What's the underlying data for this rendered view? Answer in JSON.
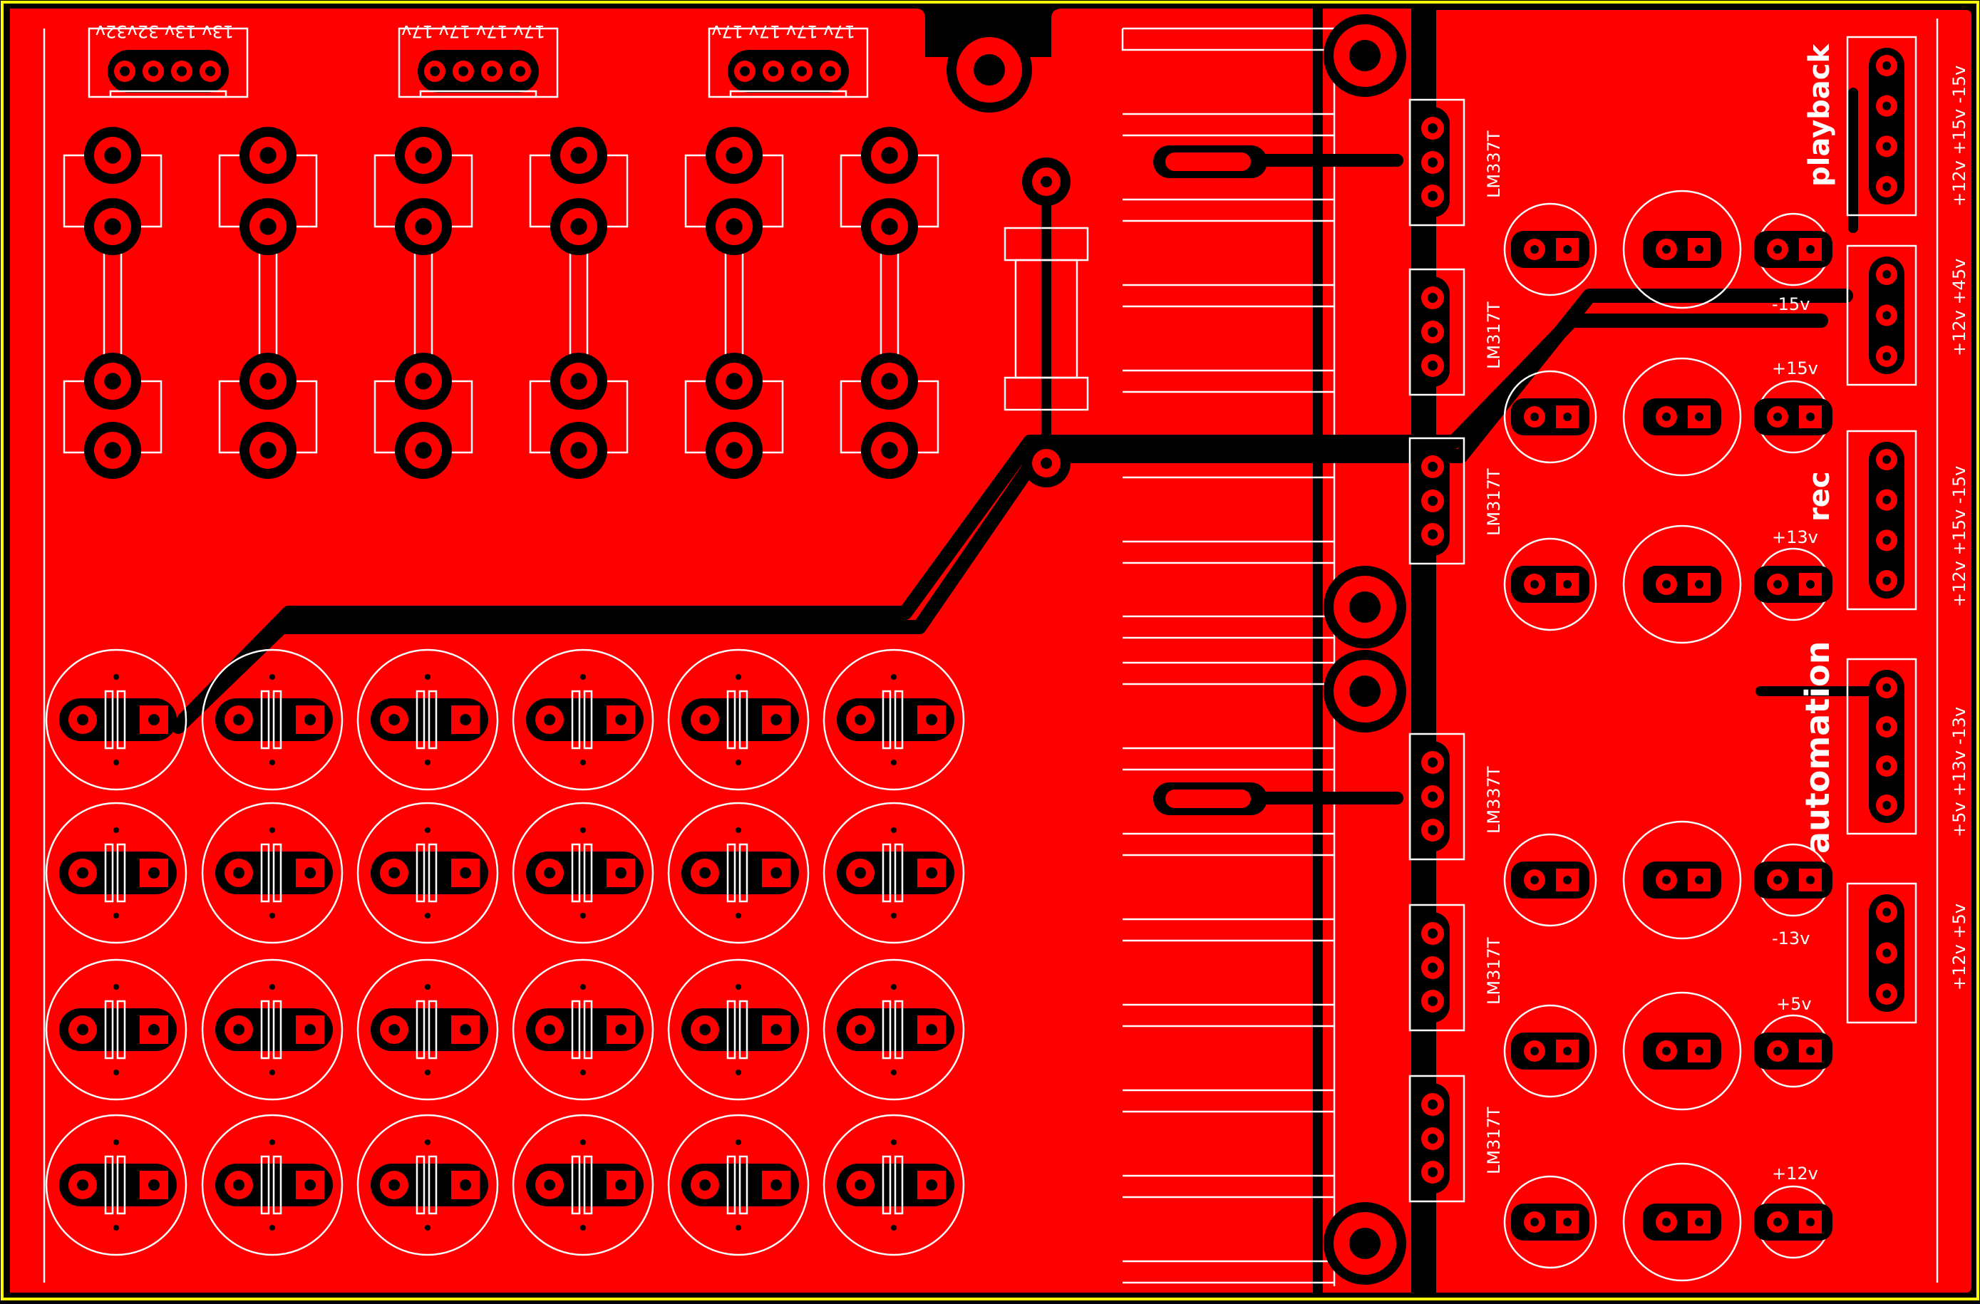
{
  "board": {
    "copper_color": "#ff0000",
    "clearance_color": "#000000",
    "silkscreen_color": "#ffffff",
    "outline_color": "#ffff00"
  },
  "input_connectors": [
    {
      "label": "13v 13v 32v32v"
    },
    {
      "label": "17v 17v 17v 17v"
    },
    {
      "label": "17v 17v 17v 17v"
    }
  ],
  "regulators": [
    {
      "label": "LM337T"
    },
    {
      "label": "LM317T"
    },
    {
      "label": "LM317T"
    },
    {
      "label": "LM337T"
    },
    {
      "label": "LM317T"
    },
    {
      "label": "LM317T"
    }
  ],
  "rail_labels": [
    {
      "label": "-15v"
    },
    {
      "label": "+15v"
    },
    {
      "label": "+13v"
    },
    {
      "label": "-13v"
    },
    {
      "label": "+5v"
    },
    {
      "label": "+12v"
    }
  ],
  "sections": [
    {
      "label": "playback"
    },
    {
      "label": "rec"
    },
    {
      "label": "automation"
    }
  ],
  "output_connector_labels": [
    {
      "label": "+12v +15v -15v"
    },
    {
      "label": "+12v +45v"
    },
    {
      "label": "+12v +15v -15v"
    },
    {
      "label": "+5v +13v -13v"
    },
    {
      "label": "+12v +5v"
    }
  ],
  "icons": [
    "mounting-hole-icon",
    "electrolytic-capacitor-icon",
    "rectifier-diode-icon",
    "voltage-regulator-icon",
    "resistor-icon",
    "header-connector-icon"
  ]
}
